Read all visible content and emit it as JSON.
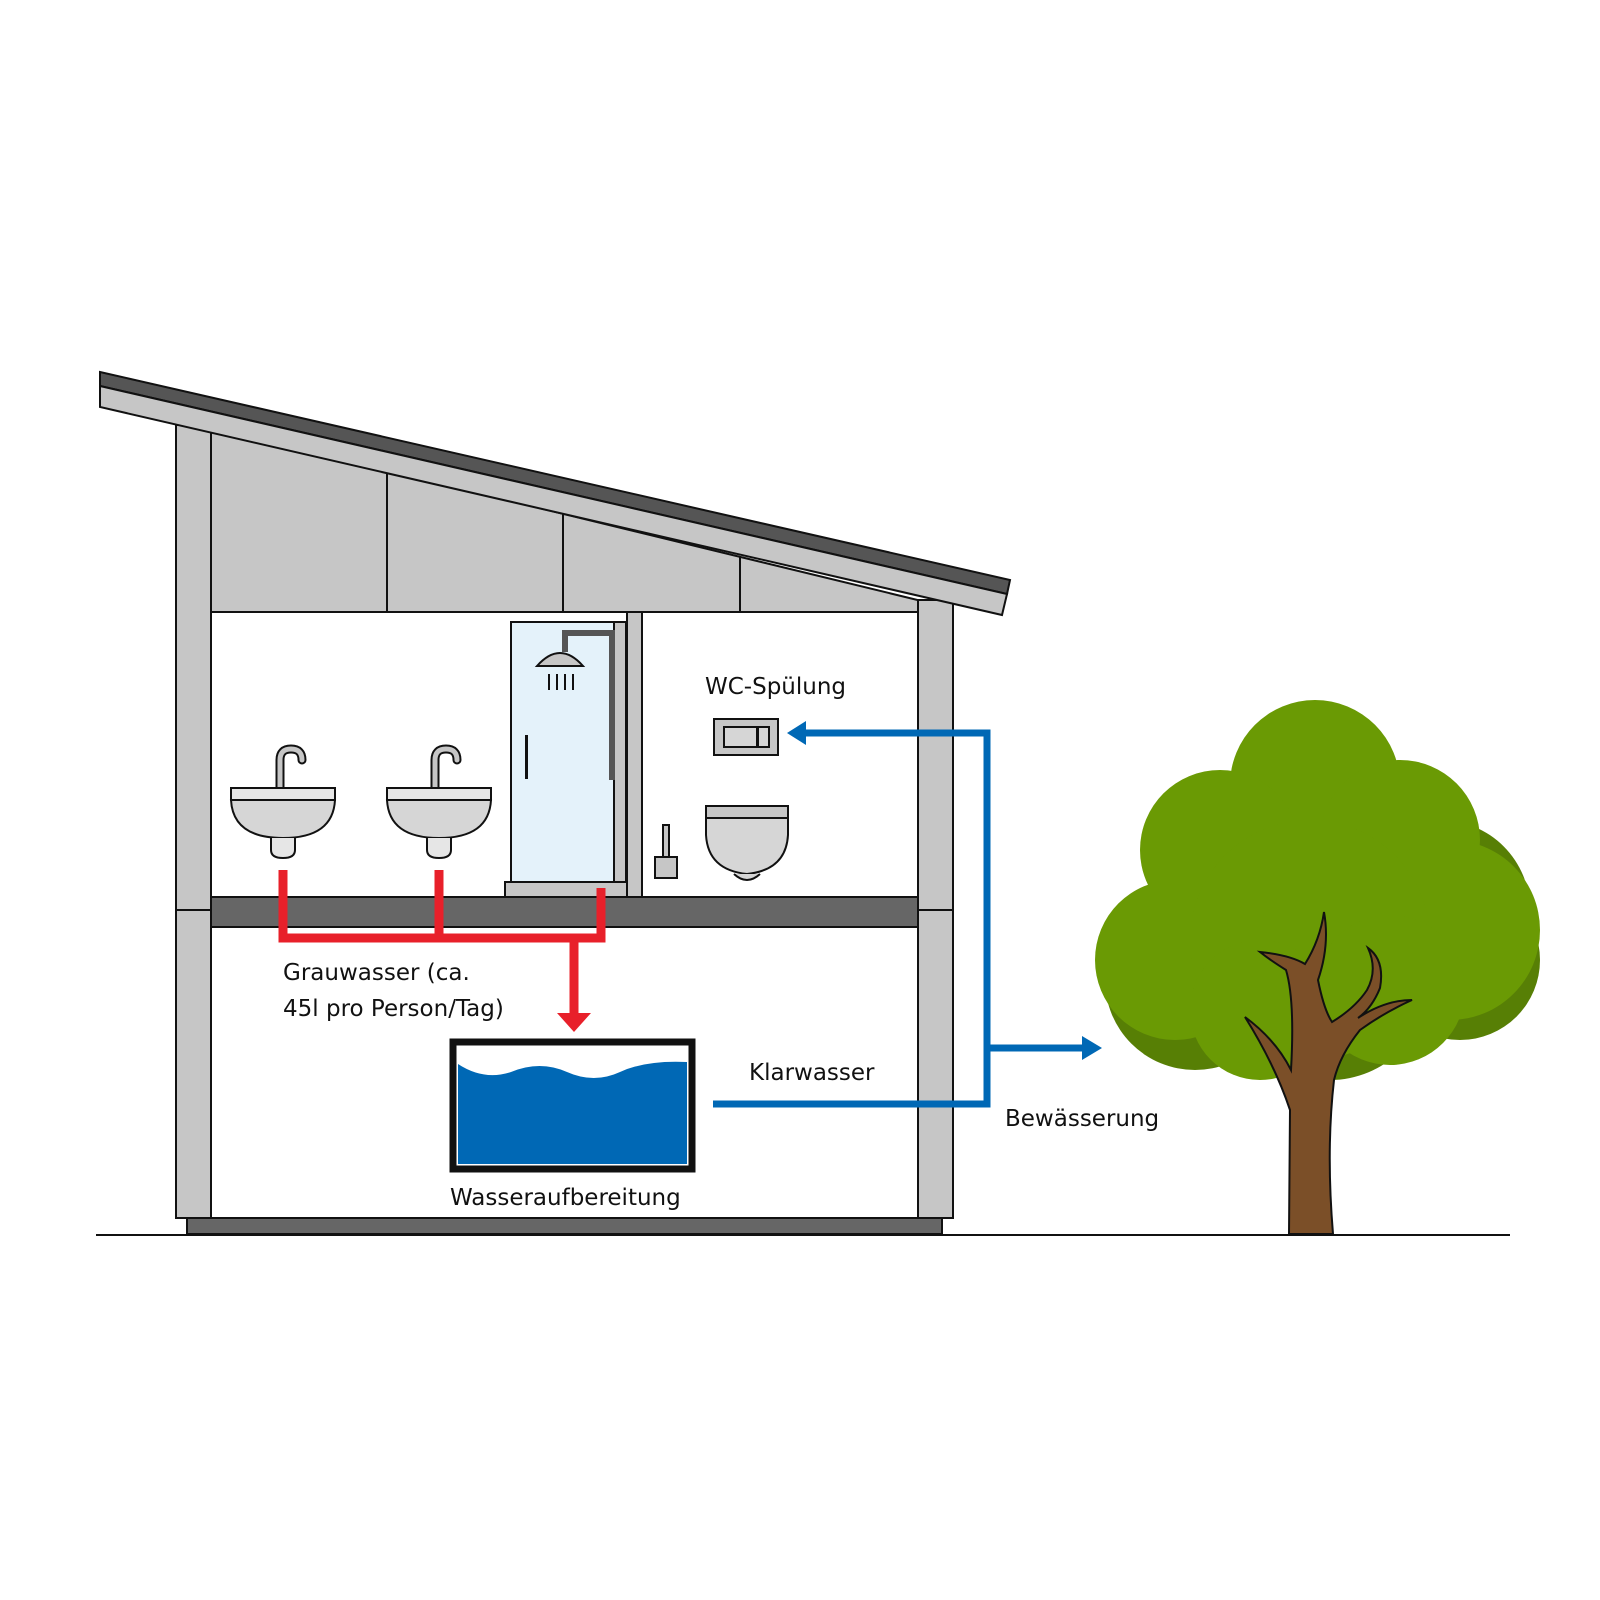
{
  "labels": {
    "greywater_line1": "Grauwasser (ca.",
    "greywater_line2": "45l pro Person/Tag)",
    "toilet_flush": "WC-Spülung",
    "clear_water": "Klarwasser",
    "irrigation": "Bewässerung",
    "water_treatment": "Wasseraufbereitung"
  },
  "colors": {
    "greywater": "#e8202a",
    "clearwater": "#0068b5",
    "structure": "#c6c6c6",
    "slab": "#666666",
    "foliage": "#6a9a04",
    "foliage_shadow": "#577f05",
    "trunk": "#7b4f28",
    "shower_glass": "#e4f2fa"
  }
}
